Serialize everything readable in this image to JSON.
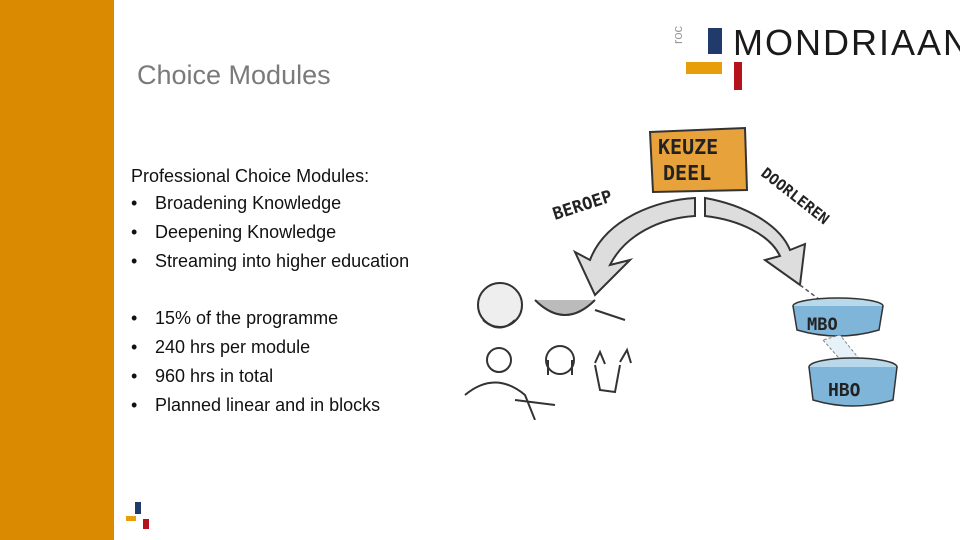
{
  "slide": {
    "title": "Choice Modules",
    "intro": "Professional Choice Modules:",
    "bullets_a": [
      "Broadening Knowledge",
      "Deepening Knowledge",
      "Streaming into higher education"
    ],
    "bullets_b": [
      "15% of the programme",
      "240 hrs per module",
      "960 hrs in total",
      "Planned linear and in blocks"
    ]
  },
  "logo": {
    "prefix": "roc",
    "name": "MONDRIAAN"
  },
  "illustration": {
    "keuze": "KEUZE",
    "deel": "DEEL",
    "beroep": "BEROEP",
    "doorleren": "DOORLEREN",
    "mbo": "MBO",
    "hbo": "HBO"
  },
  "colors": {
    "sidebar": "#d98a00",
    "logo_blue": "#1f3a6b",
    "logo_red": "#b5121b",
    "logo_orange": "#e89d0a"
  }
}
